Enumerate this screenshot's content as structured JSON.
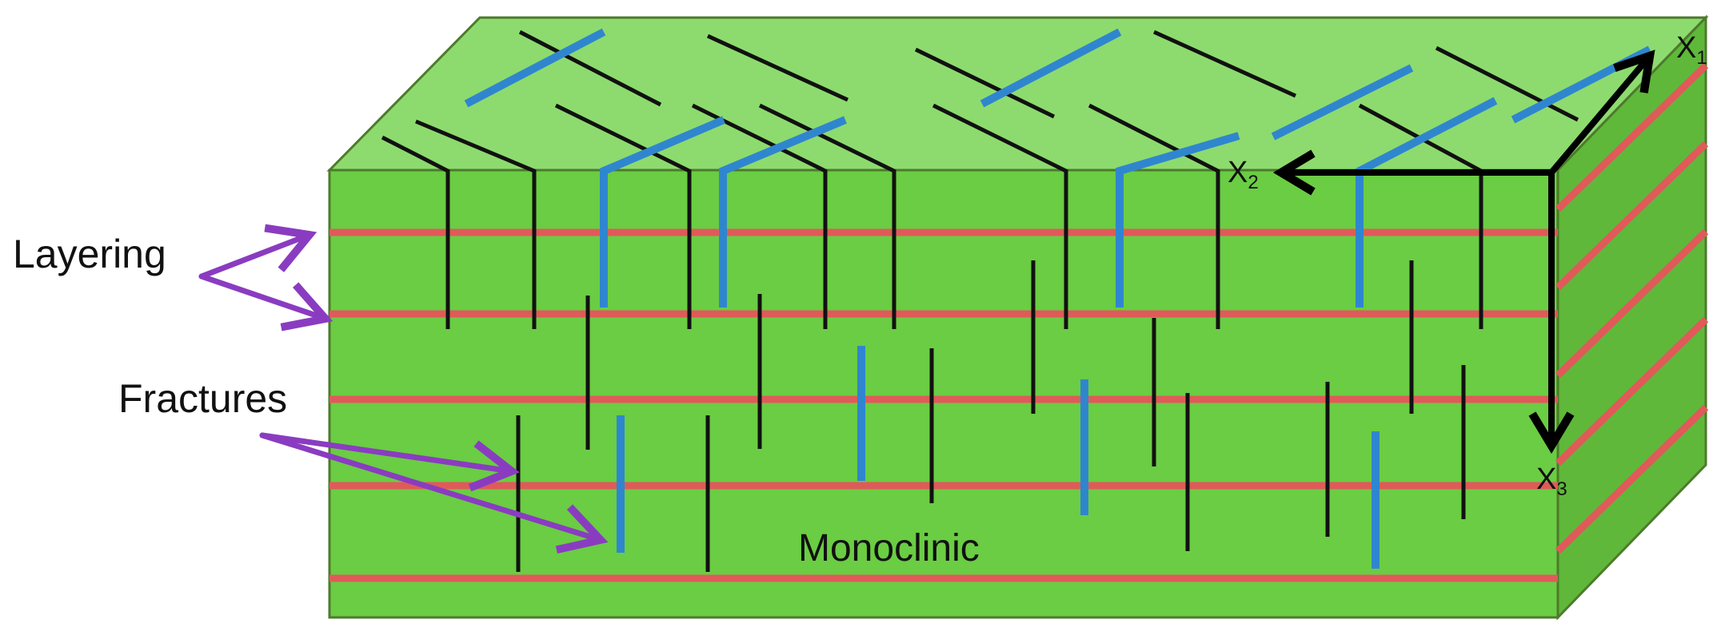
{
  "labels": {
    "layering": "Layering",
    "fractures": "Fractures",
    "model": "Monoclinic"
  },
  "axes": {
    "x1": {
      "base": "X",
      "sub": "1"
    },
    "x2": {
      "base": "X",
      "sub": "2"
    },
    "x3": {
      "base": "X",
      "sub": "3"
    }
  },
  "colors": {
    "top_face": "#8ddb6e",
    "front_face": "#6acd43",
    "side_face": "#5fb83a",
    "edge": "#4d7a2c",
    "layer": "#e05a5a",
    "fracture_black": "#111111",
    "fracture_blue": "#2f86cf",
    "pointer_arrow": "#8a3cc1",
    "axis_arrow": "#000000"
  }
}
